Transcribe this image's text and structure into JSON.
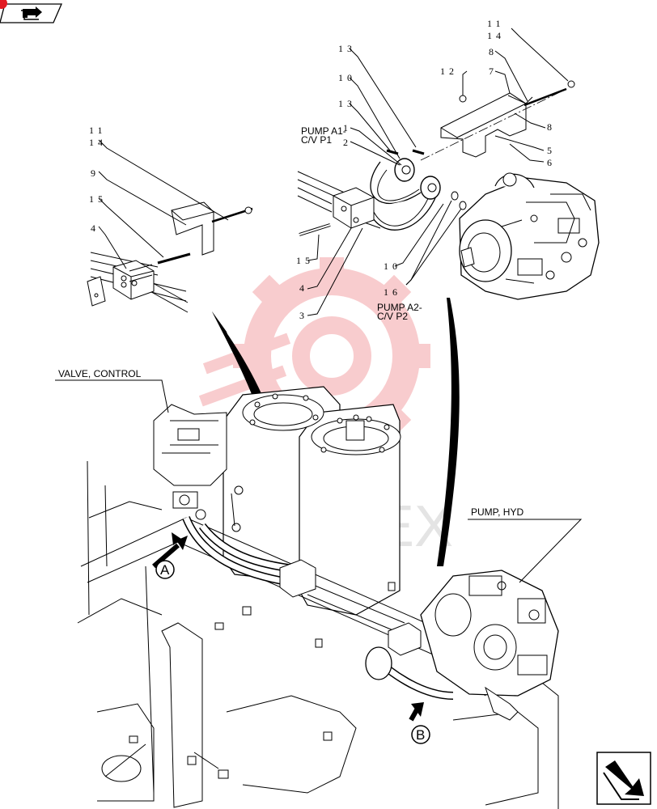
{
  "watermark": {
    "text": "VIHTEX",
    "color": "#e21b23"
  },
  "nav": {
    "prev_icon": "back-arrow-icon",
    "next_icon": "forward-arrow-icon"
  },
  "labels": {
    "valve_control": "VALVE, CONTROL",
    "pump_hyd": "PUMP, HYD",
    "pump_a1_line1": "PUMP A1-",
    "pump_a1_line2": "C/V P1",
    "pump_a2_line1": "PUMP A2-",
    "pump_a2_line2": "C/V P2",
    "view_a": "A",
    "view_b": "B"
  },
  "callouts": {
    "left_detail": {
      "c11": "11",
      "c14": "14",
      "c9": "9",
      "c15": "15",
      "c4": "4"
    },
    "right_detail": {
      "c11": "11",
      "c14": "14",
      "c8a": "8",
      "c7": "7",
      "c12": "12",
      "c13a": "13",
      "c10a": "10",
      "c13b": "13",
      "c1": "1",
      "c2": "2",
      "c8b": "8",
      "c5": "5",
      "c6": "6",
      "c10b": "10",
      "c16": "16",
      "c15": "15",
      "c4": "4",
      "c3": "3"
    }
  }
}
